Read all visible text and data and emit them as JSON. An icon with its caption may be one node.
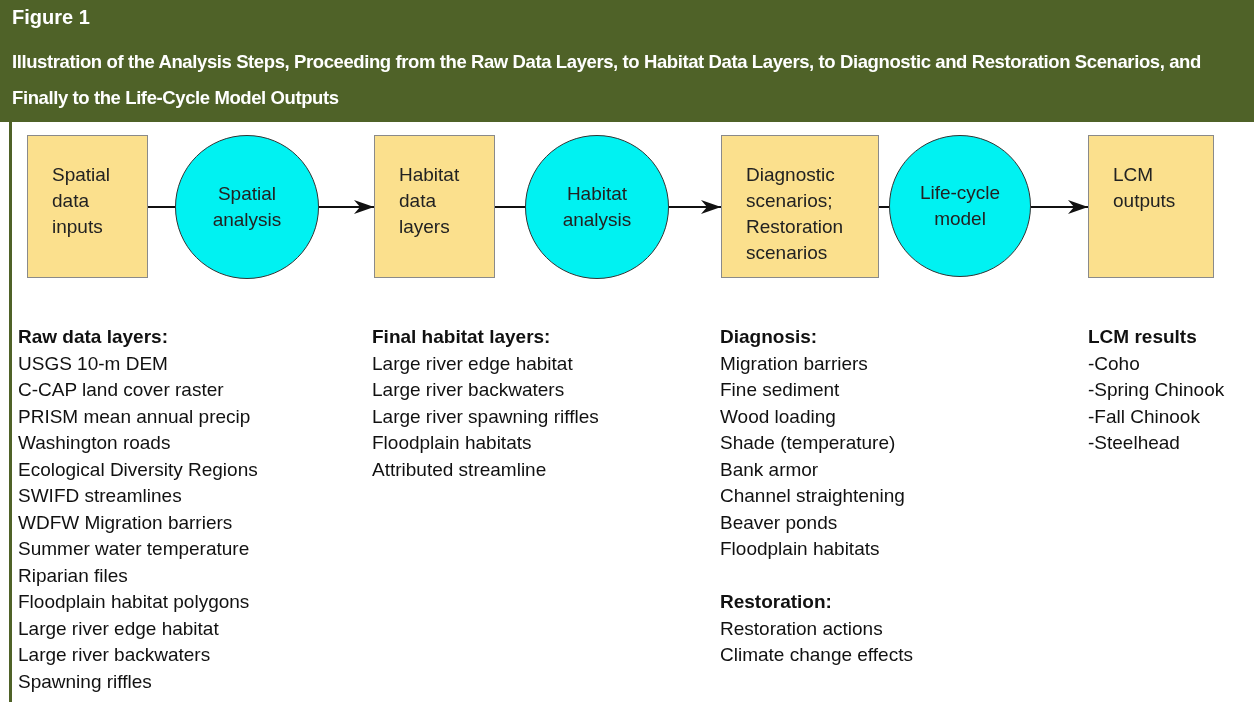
{
  "diagram": {
    "title": "Figure 1",
    "caption": "Illustration of the Analysis Steps, Proceeding from the Raw Data Layers, to Habitat Data Layers, to Diagnostic and Restoration Scenarios, and Finally to the Life-Cycle Model Outputs",
    "nodes": [
      {
        "text": [
          "Spatial data inputs"
        ]
      },
      {
        "text": [
          "Spatial analysis"
        ]
      },
      {
        "text": [
          "Habitat data layers"
        ]
      },
      {
        "text": [
          "Habitat analysis"
        ]
      },
      {
        "text": [
          "Diagnostic scenarios; Restoration scenarios"
        ]
      },
      {
        "text": [
          "Life-cycle model"
        ]
      },
      {
        "text": [
          "LCM outputs"
        ]
      }
    ],
    "edges": [
      {
        "from": 0,
        "to": 1,
        "arrow": "none"
      },
      {
        "from": 1,
        "to": 2,
        "arrow": "to"
      },
      {
        "from": 2,
        "to": 3,
        "arrow": "none"
      },
      {
        "from": 3,
        "to": 4,
        "arrow": "to"
      },
      {
        "from": 4,
        "to": 5,
        "arrow": "none"
      },
      {
        "from": 5,
        "to": 6,
        "arrow": "to"
      }
    ],
    "labels": [
      "Raw data layers:",
      "USGS 10-m DEM",
      "C-CAP land cover raster",
      "PRISM mean annual precip",
      "Washington roads",
      "Ecological Diversity Regions",
      "SWIFD streamlines",
      "WDFW Migration barriers",
      "Summer water temperature",
      "Riparian files",
      "Floodplain habitat polygons",
      "Large river edge habitat",
      "Large river backwaters",
      "Spawning riffles",
      "Final habitat layers:",
      "Large river edge habitat",
      "Large river backwaters",
      "Large river spawning riffles",
      "Floodplain habitats",
      "Attributed streamline",
      "Diagnosis:",
      "Migration barriers",
      "Fine sediment",
      "Wood loading",
      "Shade (temperature)",
      "Bank armor",
      "Channel straightening",
      "Beaver ponds",
      "Floodplain habitats",
      "Restoration:",
      "Restoration actions",
      "Climate change effects",
      "LCM results",
      "-Coho",
      "-Spring Chinook",
      "-Fall Chinook",
      "-Steelhead"
    ]
  }
}
